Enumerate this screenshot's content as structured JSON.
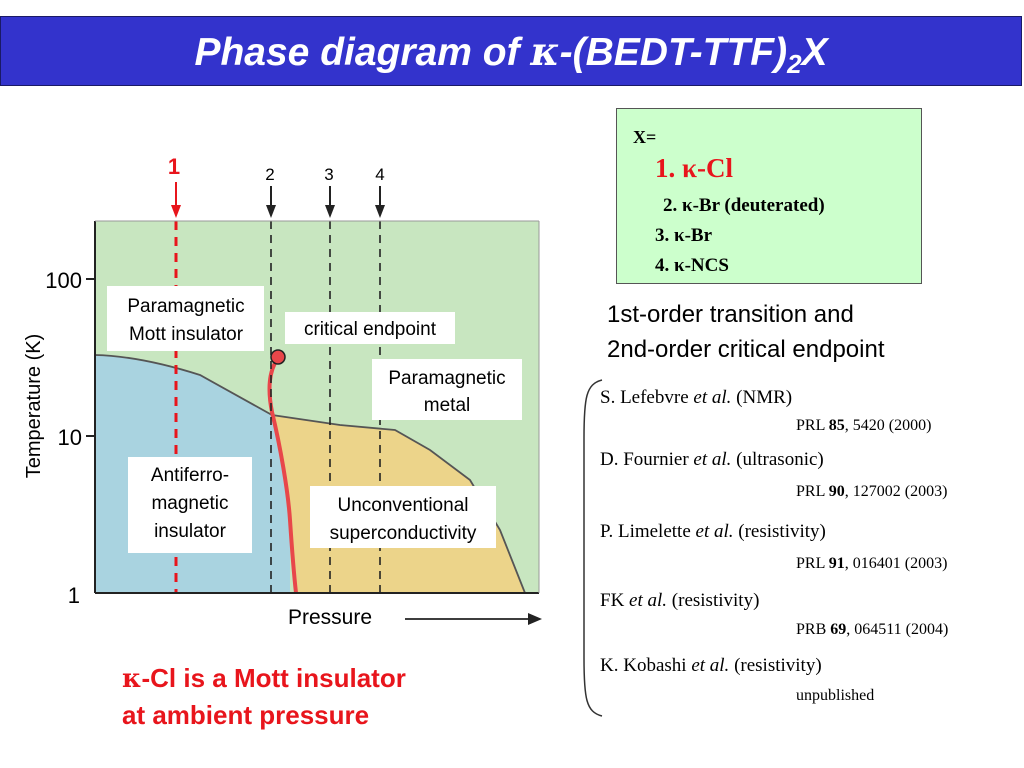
{
  "title": {
    "prefix": "Phase diagram of ",
    "kappa": "κ",
    "mid": "-(BEDT-TTF)",
    "sub": "2",
    "suffix": "X"
  },
  "diagram": {
    "y_axis_label": "Temperature (K)",
    "y_ticks": [
      "100",
      "10",
      "1"
    ],
    "x_axis_label": "Pressure",
    "arrows": [
      {
        "label": "1",
        "color": "#e8151c"
      },
      {
        "label": "2",
        "color": "#000000"
      },
      {
        "label": "3",
        "color": "#000000"
      },
      {
        "label": "4",
        "color": "#000000"
      }
    ],
    "regions": {
      "paramagnetic_mott": [
        "Paramagnetic",
        "Mott insulator"
      ],
      "critical_endpoint": "critical endpoint",
      "paramagnetic_metal": [
        "Paramagnetic",
        "metal"
      ],
      "antiferro": [
        "Antiferro-",
        "magnetic",
        "insulator"
      ],
      "superconductivity": [
        "Unconventional",
        "superconductivity"
      ]
    },
    "colors": {
      "paramagnetic": "#c8e6c0",
      "antiferromagnetic": "#a9d3e0",
      "superconducting": "#ecd48a",
      "first_order_line": "#e8474a",
      "sample_1_line": "#e8151c"
    }
  },
  "x_box": {
    "header": "X=",
    "items": [
      {
        "num": "1.",
        "kappa": "κ",
        "name": "-Cl",
        "color": "#e8151c"
      },
      {
        "num": "2.",
        "kappa": "κ",
        "name": "-Br (deuterated)",
        "color": "#000000"
      },
      {
        "num": "3.",
        "kappa": "κ",
        "name": "-Br",
        "color": "#000000"
      },
      {
        "num": "4.",
        "kappa": "κ",
        "name": "-NCS",
        "color": "#000000"
      }
    ]
  },
  "transition_note": [
    "1st-order transition and",
    "2nd-order critical endpoint"
  ],
  "references": [
    {
      "authors": "S. Lefebvre",
      "etal": "et al.",
      "method": "(NMR)",
      "journal": "PRL",
      "volume": "85",
      "pages": ", 5420 (2000)"
    },
    {
      "authors": "D. Fournier",
      "etal": "et al.",
      "method": "(ultrasonic)",
      "journal": "PRL",
      "volume": "90",
      "pages": ", 127002 (2003)"
    },
    {
      "authors": "P. Limelette",
      "etal": "et al.",
      "method": " (resistivity)",
      "journal": "PRL",
      "volume": "91",
      "pages": ", 016401 (2003)"
    },
    {
      "authors": "FK",
      "etal": "et al.",
      "method": "(resistivity)",
      "journal": "PRB",
      "volume": "69",
      "pages": ", 064511 (2004)"
    },
    {
      "authors": "K. Kobashi",
      "etal": "et al.",
      "method": "(resistivity)",
      "note": "unpublished"
    }
  ],
  "conclusion": {
    "kappa": "κ",
    "line1_rest": "-Cl is a Mott insulator",
    "line2": "at ambient pressure"
  }
}
